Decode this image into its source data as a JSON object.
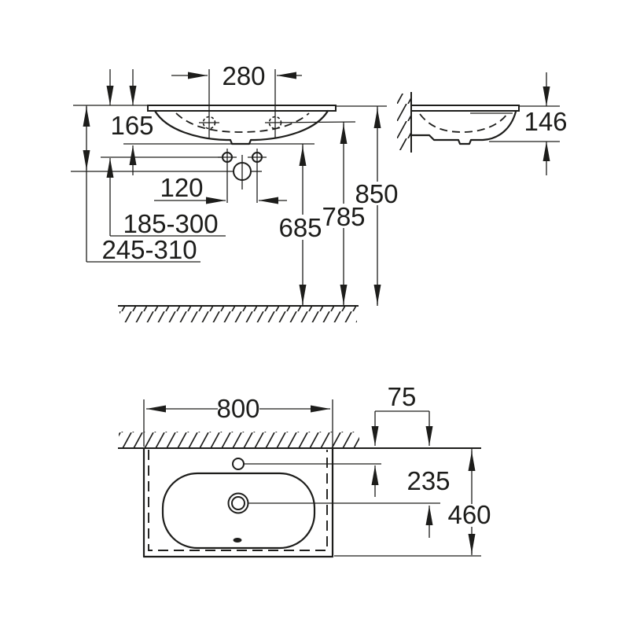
{
  "page": {
    "background": "#ffffff",
    "line_color": "#1d1d1b",
    "description": "Washbasin technical dimension drawing: front view, side view and plan view with millimetre dimensions"
  },
  "views": {
    "front": {
      "dims": {
        "tap_spacing": "280",
        "basin_height": "165",
        "fixing_spacing": "120",
        "range_a": "185-300",
        "range_b": "245-310",
        "h_bottom": "685",
        "h_deck": "785",
        "h_rim": "850"
      }
    },
    "side": {
      "dims": {
        "edge_height": "146"
      }
    },
    "plan": {
      "dims": {
        "width": "800",
        "wall_to_tap": "75",
        "wall_to_drain": "235",
        "depth": "460"
      }
    }
  }
}
